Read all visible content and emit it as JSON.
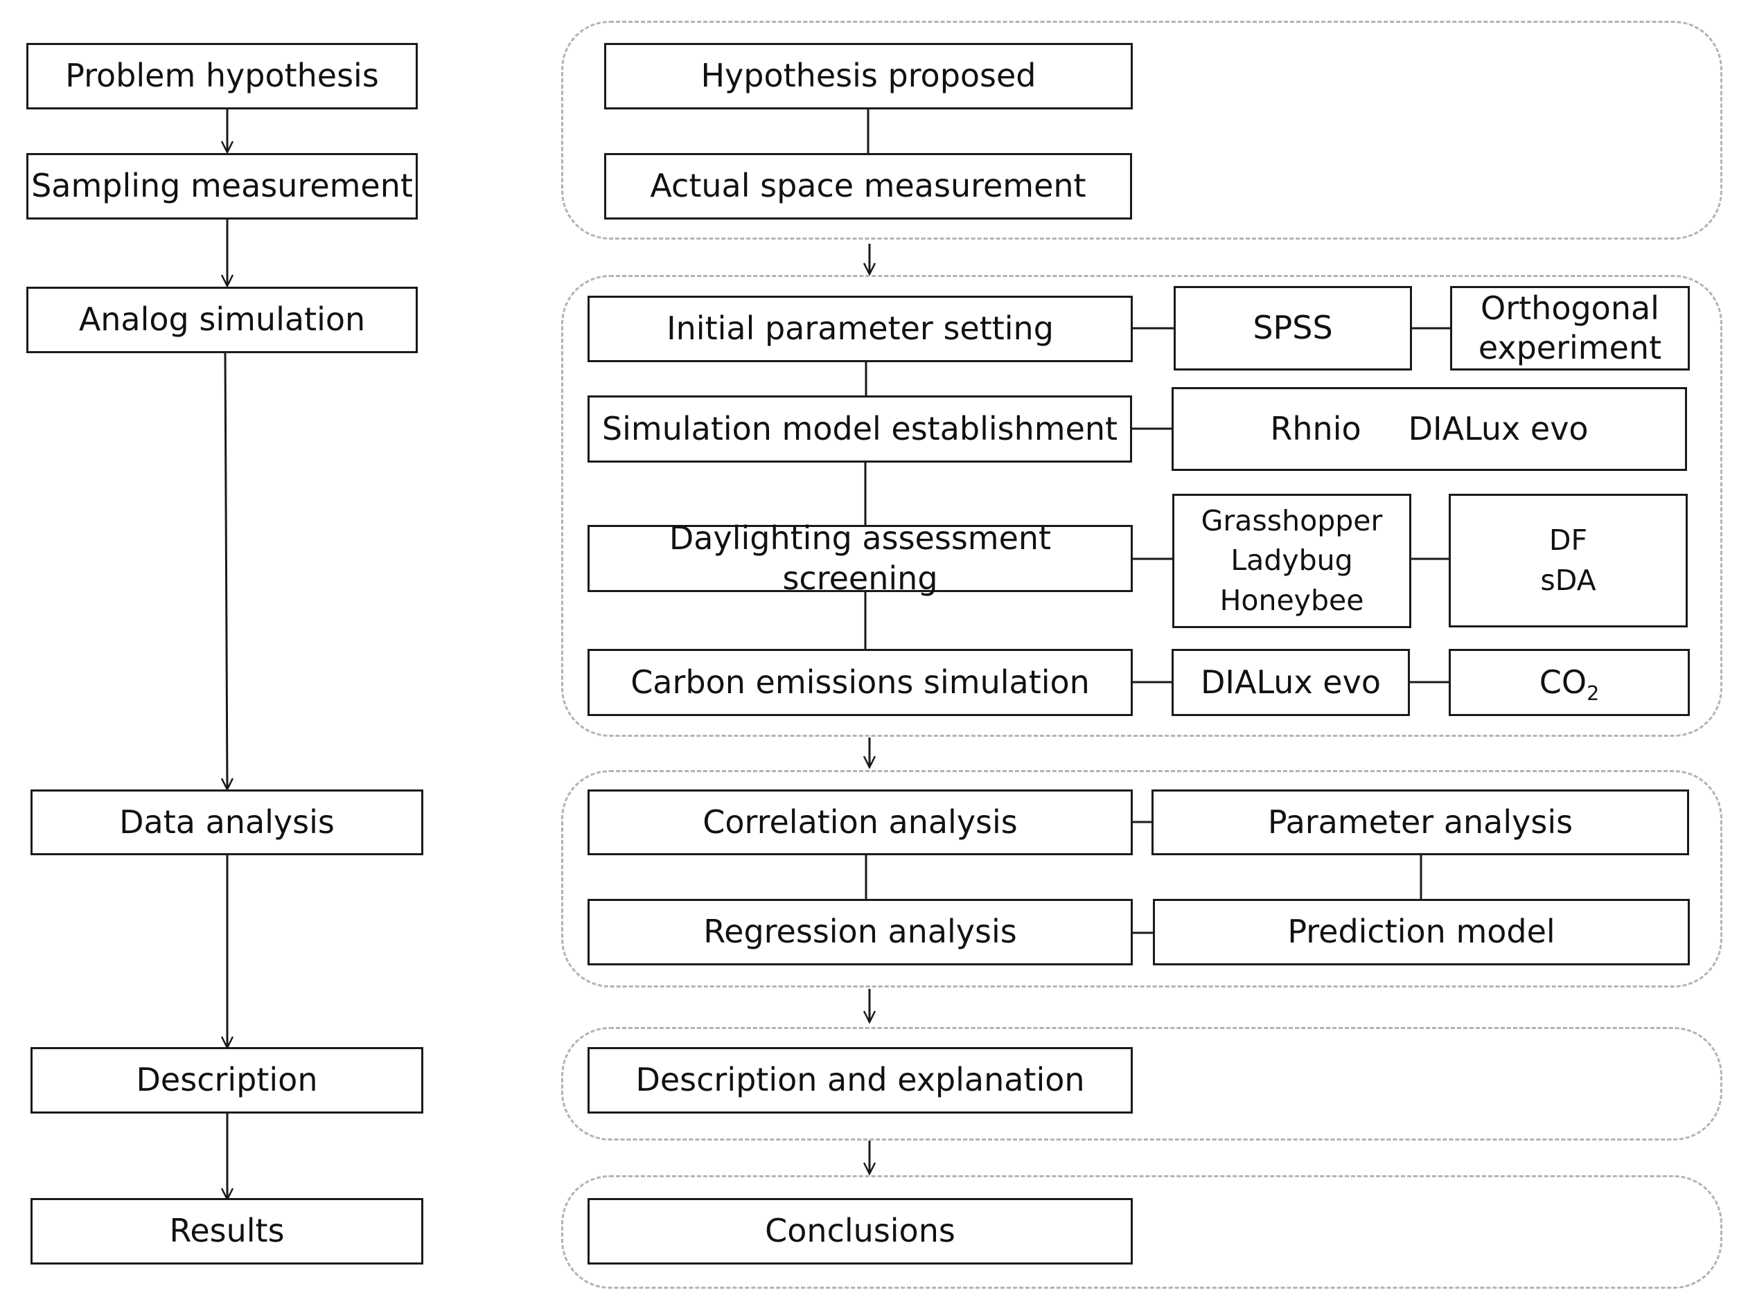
{
  "left_column": {
    "problem_hypothesis": "Problem hypothesis",
    "sampling_measurement": "Sampling measurement",
    "analog_simulation": "Analog simulation",
    "data_analysis": "Data analysis",
    "description": "Description",
    "results": "Results"
  },
  "stage1": {
    "hypothesis_proposed": "Hypothesis proposed",
    "actual_space_measurement": "Actual space measurement"
  },
  "stage2": {
    "initial_parameter_setting": "Initial parameter setting",
    "spss": "SPSS",
    "orthogonal_experiment": [
      "Orthogonal",
      "experiment"
    ],
    "simulation_model_establishment": "Simulation model establishment",
    "modeling_tools": [
      "Rhnio",
      "DIALux evo"
    ],
    "daylighting_assessment_screening": "Daylighting assessment screening",
    "daylighting_tools": [
      "Grasshopper",
      "Ladybug",
      "Honeybee"
    ],
    "daylighting_metrics": [
      "DF",
      "sDA"
    ],
    "carbon_emissions_simulation": "Carbon emissions simulation",
    "carbon_tool": "DIALux evo",
    "carbon_output": {
      "base": "CO",
      "subscript": "2"
    }
  },
  "stage3": {
    "correlation_analysis": "Correlation analysis",
    "parameter_analysis": "Parameter analysis",
    "regression_analysis": "Regression analysis",
    "prediction_model": "Prediction model"
  },
  "stage4": {
    "description_and_explanation": "Description and explanation"
  },
  "stage5": {
    "conclusions": "Conclusions"
  },
  "colors": {
    "box_border": "#1a1a1a",
    "group_border": "#b3b3b3",
    "background": "#ffffff"
  }
}
